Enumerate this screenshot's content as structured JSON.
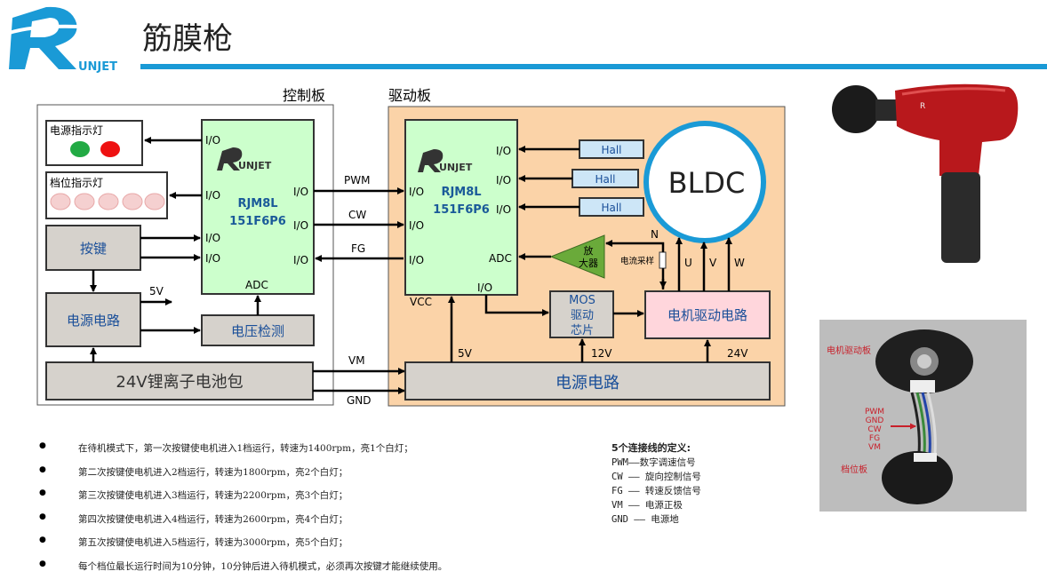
{
  "header": {
    "logo_text": "UNJET",
    "title": "筋膜枪"
  },
  "panels": {
    "control_label": "控制板",
    "driver_label": "驱动板"
  },
  "control": {
    "power_led_label": "电源指示灯",
    "gear_led_label": "档位指示灯",
    "key_label": "按键",
    "power_circuit_label": "电源电路",
    "voltage_detect_label": "电压检测",
    "battery_label": "24V锂离子电池包",
    "mcu_logo": "UNJET",
    "mcu_name_1": "RJM8L",
    "mcu_name_2": "151F6P6",
    "io": "I/O",
    "adc": "ADC",
    "v5": "5V"
  },
  "links": {
    "pwm": "PWM",
    "cw": "CW",
    "fg": "FG",
    "vm": "VM",
    "gnd": "GND"
  },
  "driver": {
    "mcu_logo": "UNJET",
    "mcu_name_1": "RJM8L",
    "mcu_name_2": "151F6P6",
    "io": "I/O",
    "adc": "ADC",
    "vcc": "VCC",
    "hall": "Hall",
    "motor": "BLDC",
    "n": "N",
    "u": "U",
    "v": "V",
    "w": "W",
    "amp_1": "放",
    "amp_2": "大器",
    "current_sense": "电流采样",
    "mos_1": "MOS",
    "mos_2": "驱动",
    "mos_3": "芯片",
    "motor_driver_label": "电机驱动电路",
    "power_circuit_label": "电源电路",
    "v5": "5V",
    "v12": "12V",
    "v24": "24V"
  },
  "photo2": {
    "board_label": "电机驱动板",
    "wire_labels": [
      "PWM",
      "GND",
      "CW",
      "FG",
      "VM"
    ],
    "gear_board_label": "档位板"
  },
  "notes": [
    "在待机模式下，第一次按键使电机进入1档运行，转速为1400rpm，亮1个白灯；",
    "第二次按键使电机进入2档运行，转速为1800rpm，亮2个白灯；",
    "第三次按键使电机进入3档运行，转速为2200rpm，亮3个白灯；",
    "第四次按键使电机进入4档运行，转速为2600rpm，亮4个白灯；",
    "第五次按键使电机进入5档运行，转速为3000rpm，亮5个白灯；",
    "每个档位最长运行时间为10分钟，10分钟后进入待机模式，必须再次按键才能继续使用。"
  ],
  "definitions": {
    "title": "5个连接线的定义:",
    "items": [
      "PWM——数字调速信号",
      "CW —— 旋向控制信号",
      "FG —— 转速反馈信号",
      "VM —— 电源正极",
      "GND —— 电源地"
    ]
  },
  "colors": {
    "accent_blue": "#1a9ad6",
    "mcu_green": "#ccffcc",
    "driver_bg": "#fbd3a8",
    "gray_block": "#d6d2cc",
    "motor_driver_pink": "#ffd6dc",
    "hall_blue": "#cde6f7",
    "amp_green": "#6aaa3a"
  }
}
